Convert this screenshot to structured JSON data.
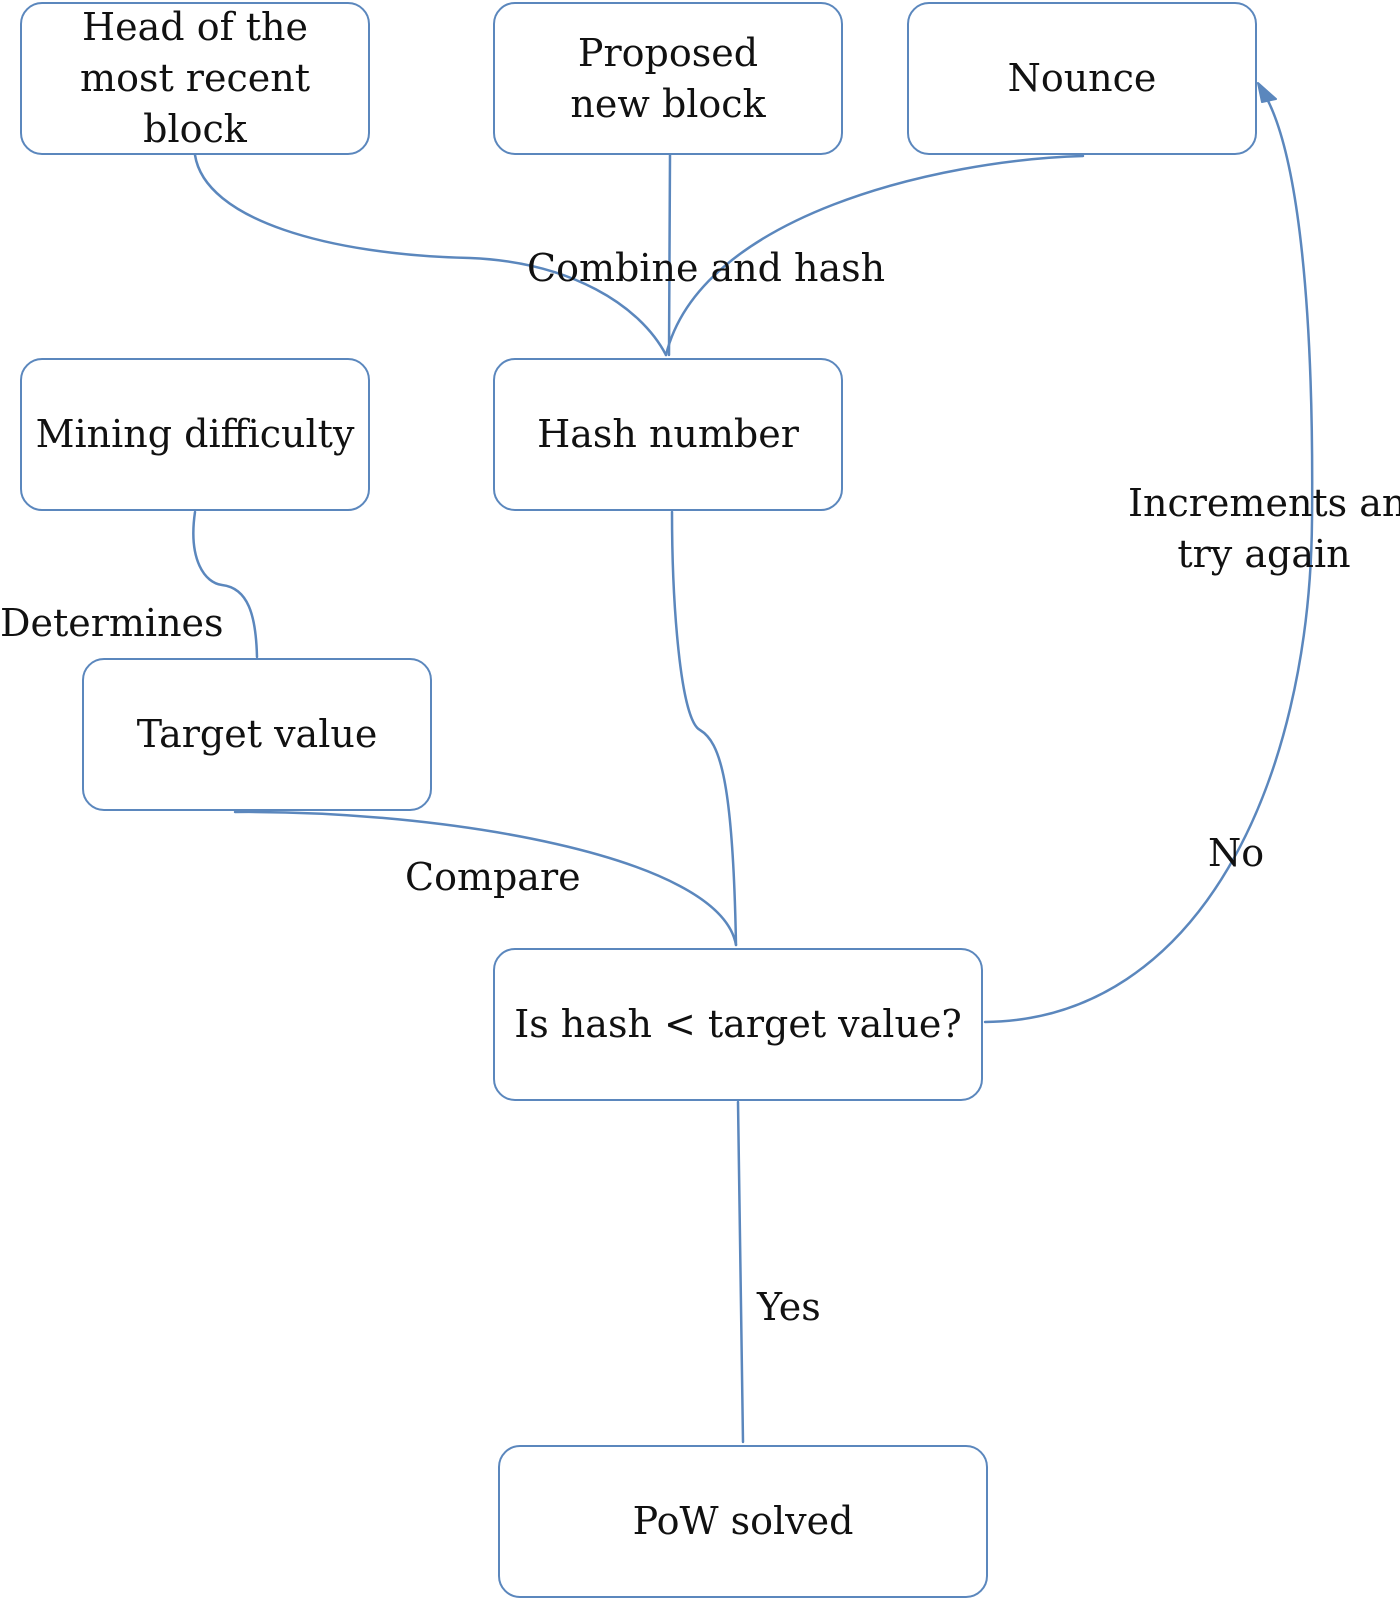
{
  "colors": {
    "stroke": "#5b87bd",
    "text": "#111111",
    "background": "#ffffff"
  },
  "nodes": {
    "head": "Head of the most recent block",
    "proposed": "Proposed new block",
    "nounce": "Nounce",
    "difficulty": "Mining difficulty",
    "hash": "Hash number",
    "target": "Target value",
    "compare": "Is hash < target value?",
    "solved": "PoW solved"
  },
  "edge_labels": {
    "combine": "Combine and hash",
    "determines": "Determines",
    "compare": "Compare",
    "increments_line1": "Increments and",
    "increments_line2": "try again",
    "no": "No",
    "yes": "Yes"
  },
  "icons": {
    "arrowhead": "arrow-up-icon"
  }
}
